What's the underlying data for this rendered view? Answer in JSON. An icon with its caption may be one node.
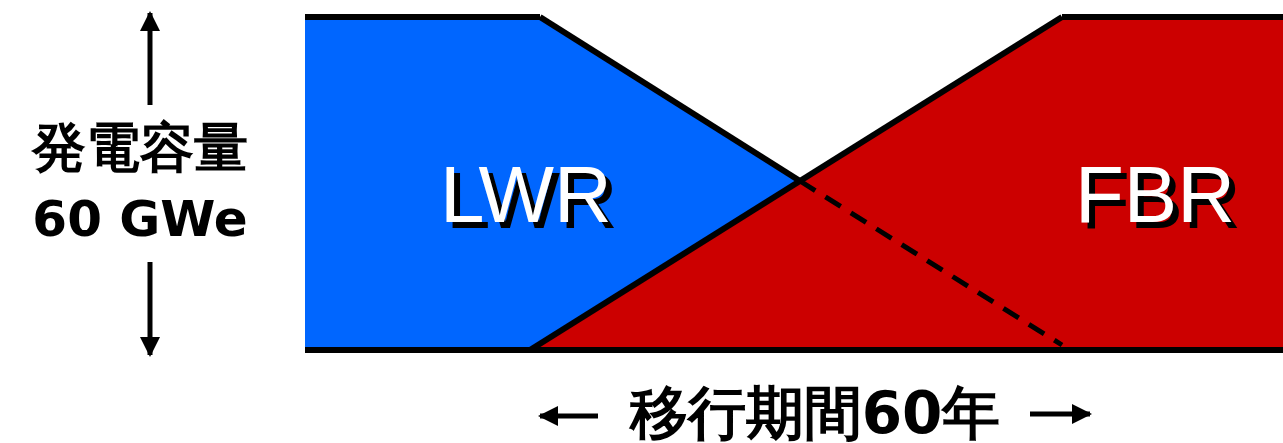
{
  "diagram": {
    "nodes": [
      {
        "text": [
          "LWR"
        ]
      },
      {
        "text": [
          "FBR"
        ]
      }
    ],
    "labels": [
      "発電容量",
      "60 GWe",
      "移行期間60年"
    ]
  }
}
